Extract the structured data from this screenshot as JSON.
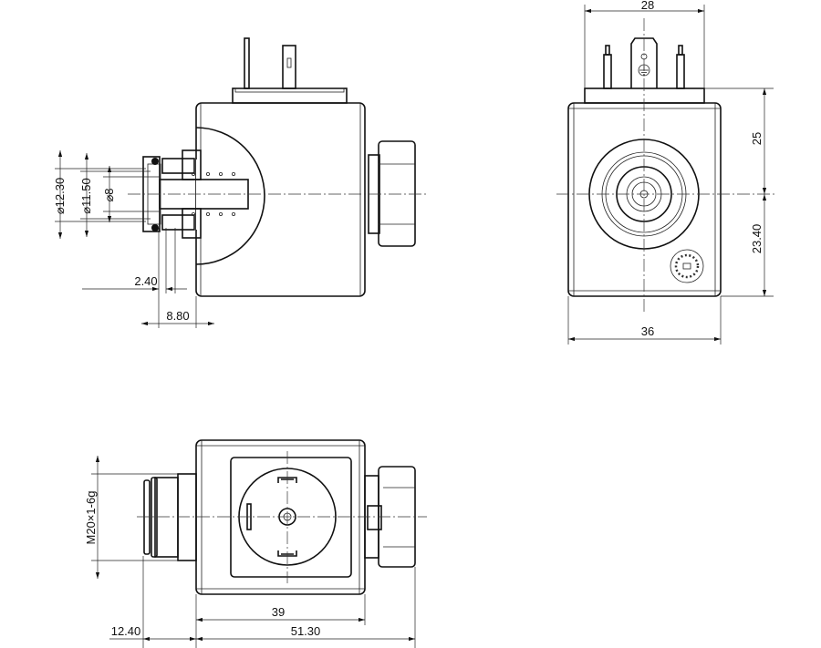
{
  "drawing": {
    "views": {
      "side_section": {
        "dims": {
          "d1": "⌀12.30",
          "d2": "⌀11.50",
          "d3": "⌀8",
          "l1": "2.40",
          "l2": "8.80"
        }
      },
      "front": {
        "dims": {
          "width_top": "28",
          "upper": "25",
          "lower": "23.40",
          "width": "36"
        }
      },
      "bottom": {
        "dims": {
          "thread": "M20×1-6g",
          "body": "39",
          "overall": "51.30",
          "stem": "12.40"
        }
      }
    },
    "icons": [
      "ground-symbol",
      "rotation-dial"
    ]
  }
}
